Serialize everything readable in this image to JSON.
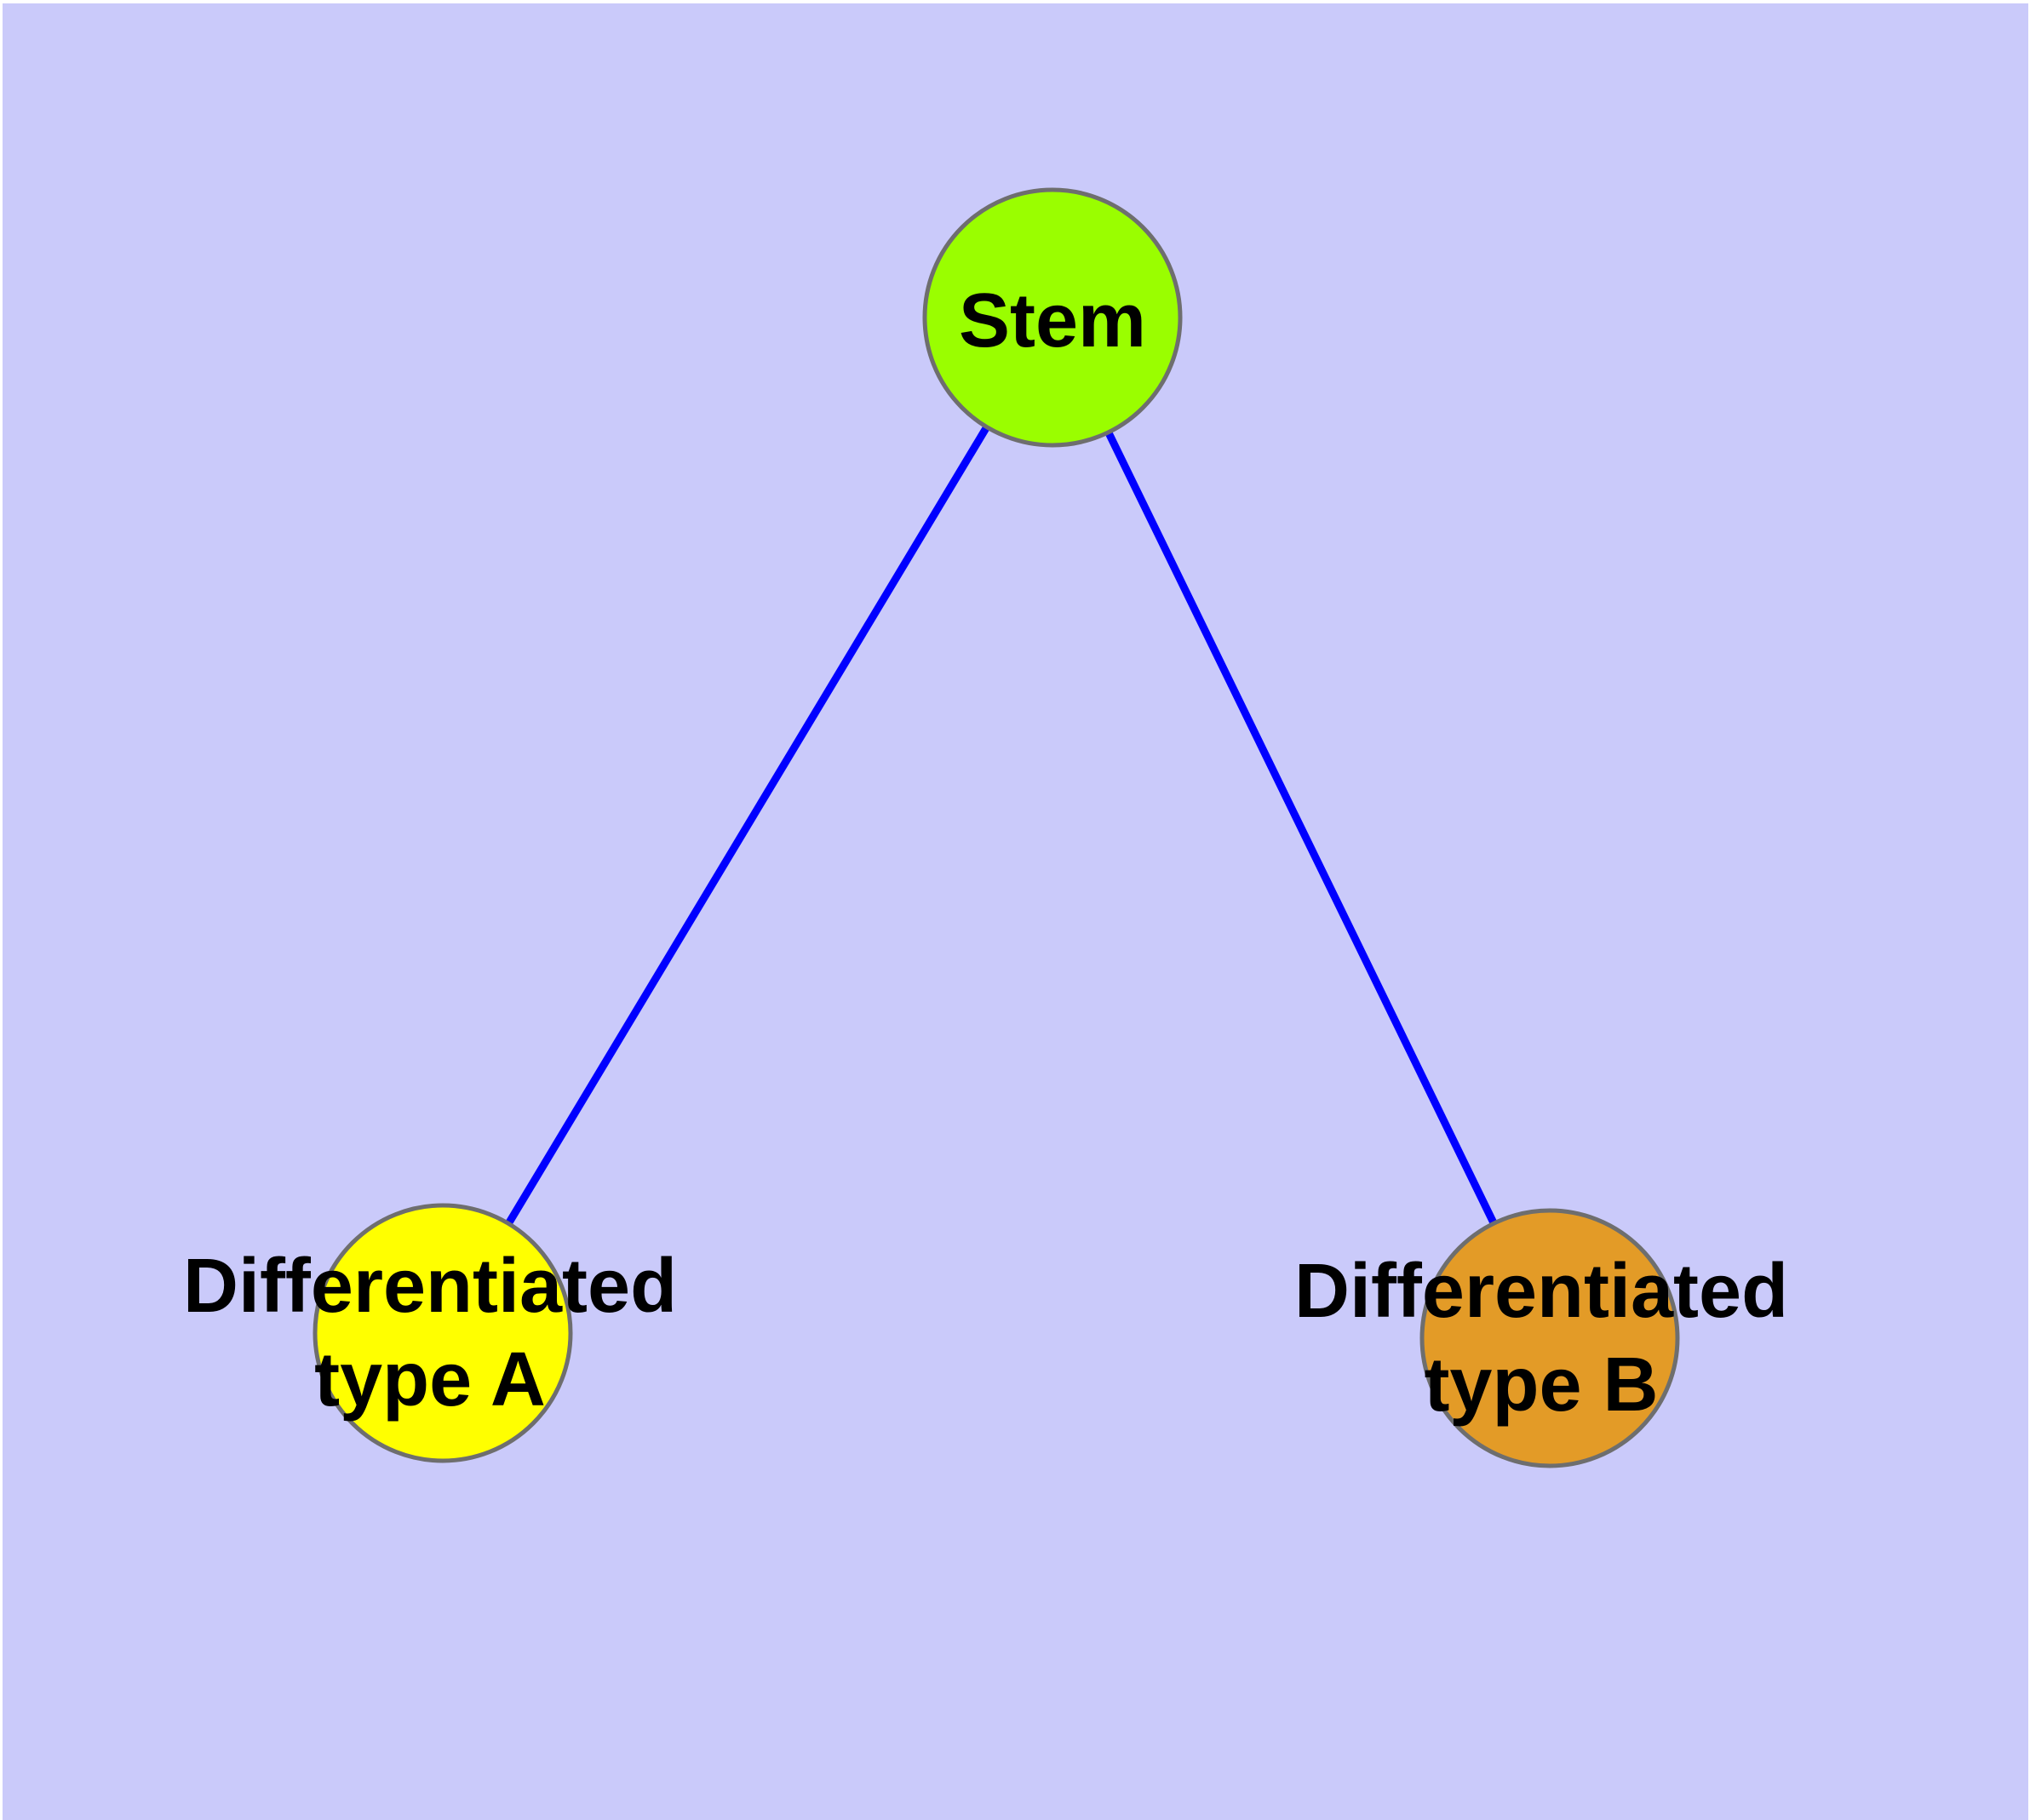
{
  "figure": {
    "background_color": "#CACAFA",
    "margin_color": "#FFFFFF",
    "label_text_color": "#000000"
  },
  "graph": {
    "nodes": [
      {
        "id": "stem",
        "label": "Stem",
        "fill": "#9AFE00",
        "border": "#6E6E6E"
      },
      {
        "id": "diff-a",
        "label": "Differentiated\ntype A",
        "fill": "#FFFF00",
        "border": "#6E6E6E"
      },
      {
        "id": "diff-b",
        "label": "Differentiated\ntype B",
        "fill": "#E39B27",
        "border": "#6E6E6E"
      }
    ],
    "edges": [
      {
        "from": "Stem",
        "to": "Differentiated type A",
        "color": "#0000FF"
      },
      {
        "from": "Stem",
        "to": "Differentiated type B",
        "color": "#0000FF"
      }
    ]
  }
}
